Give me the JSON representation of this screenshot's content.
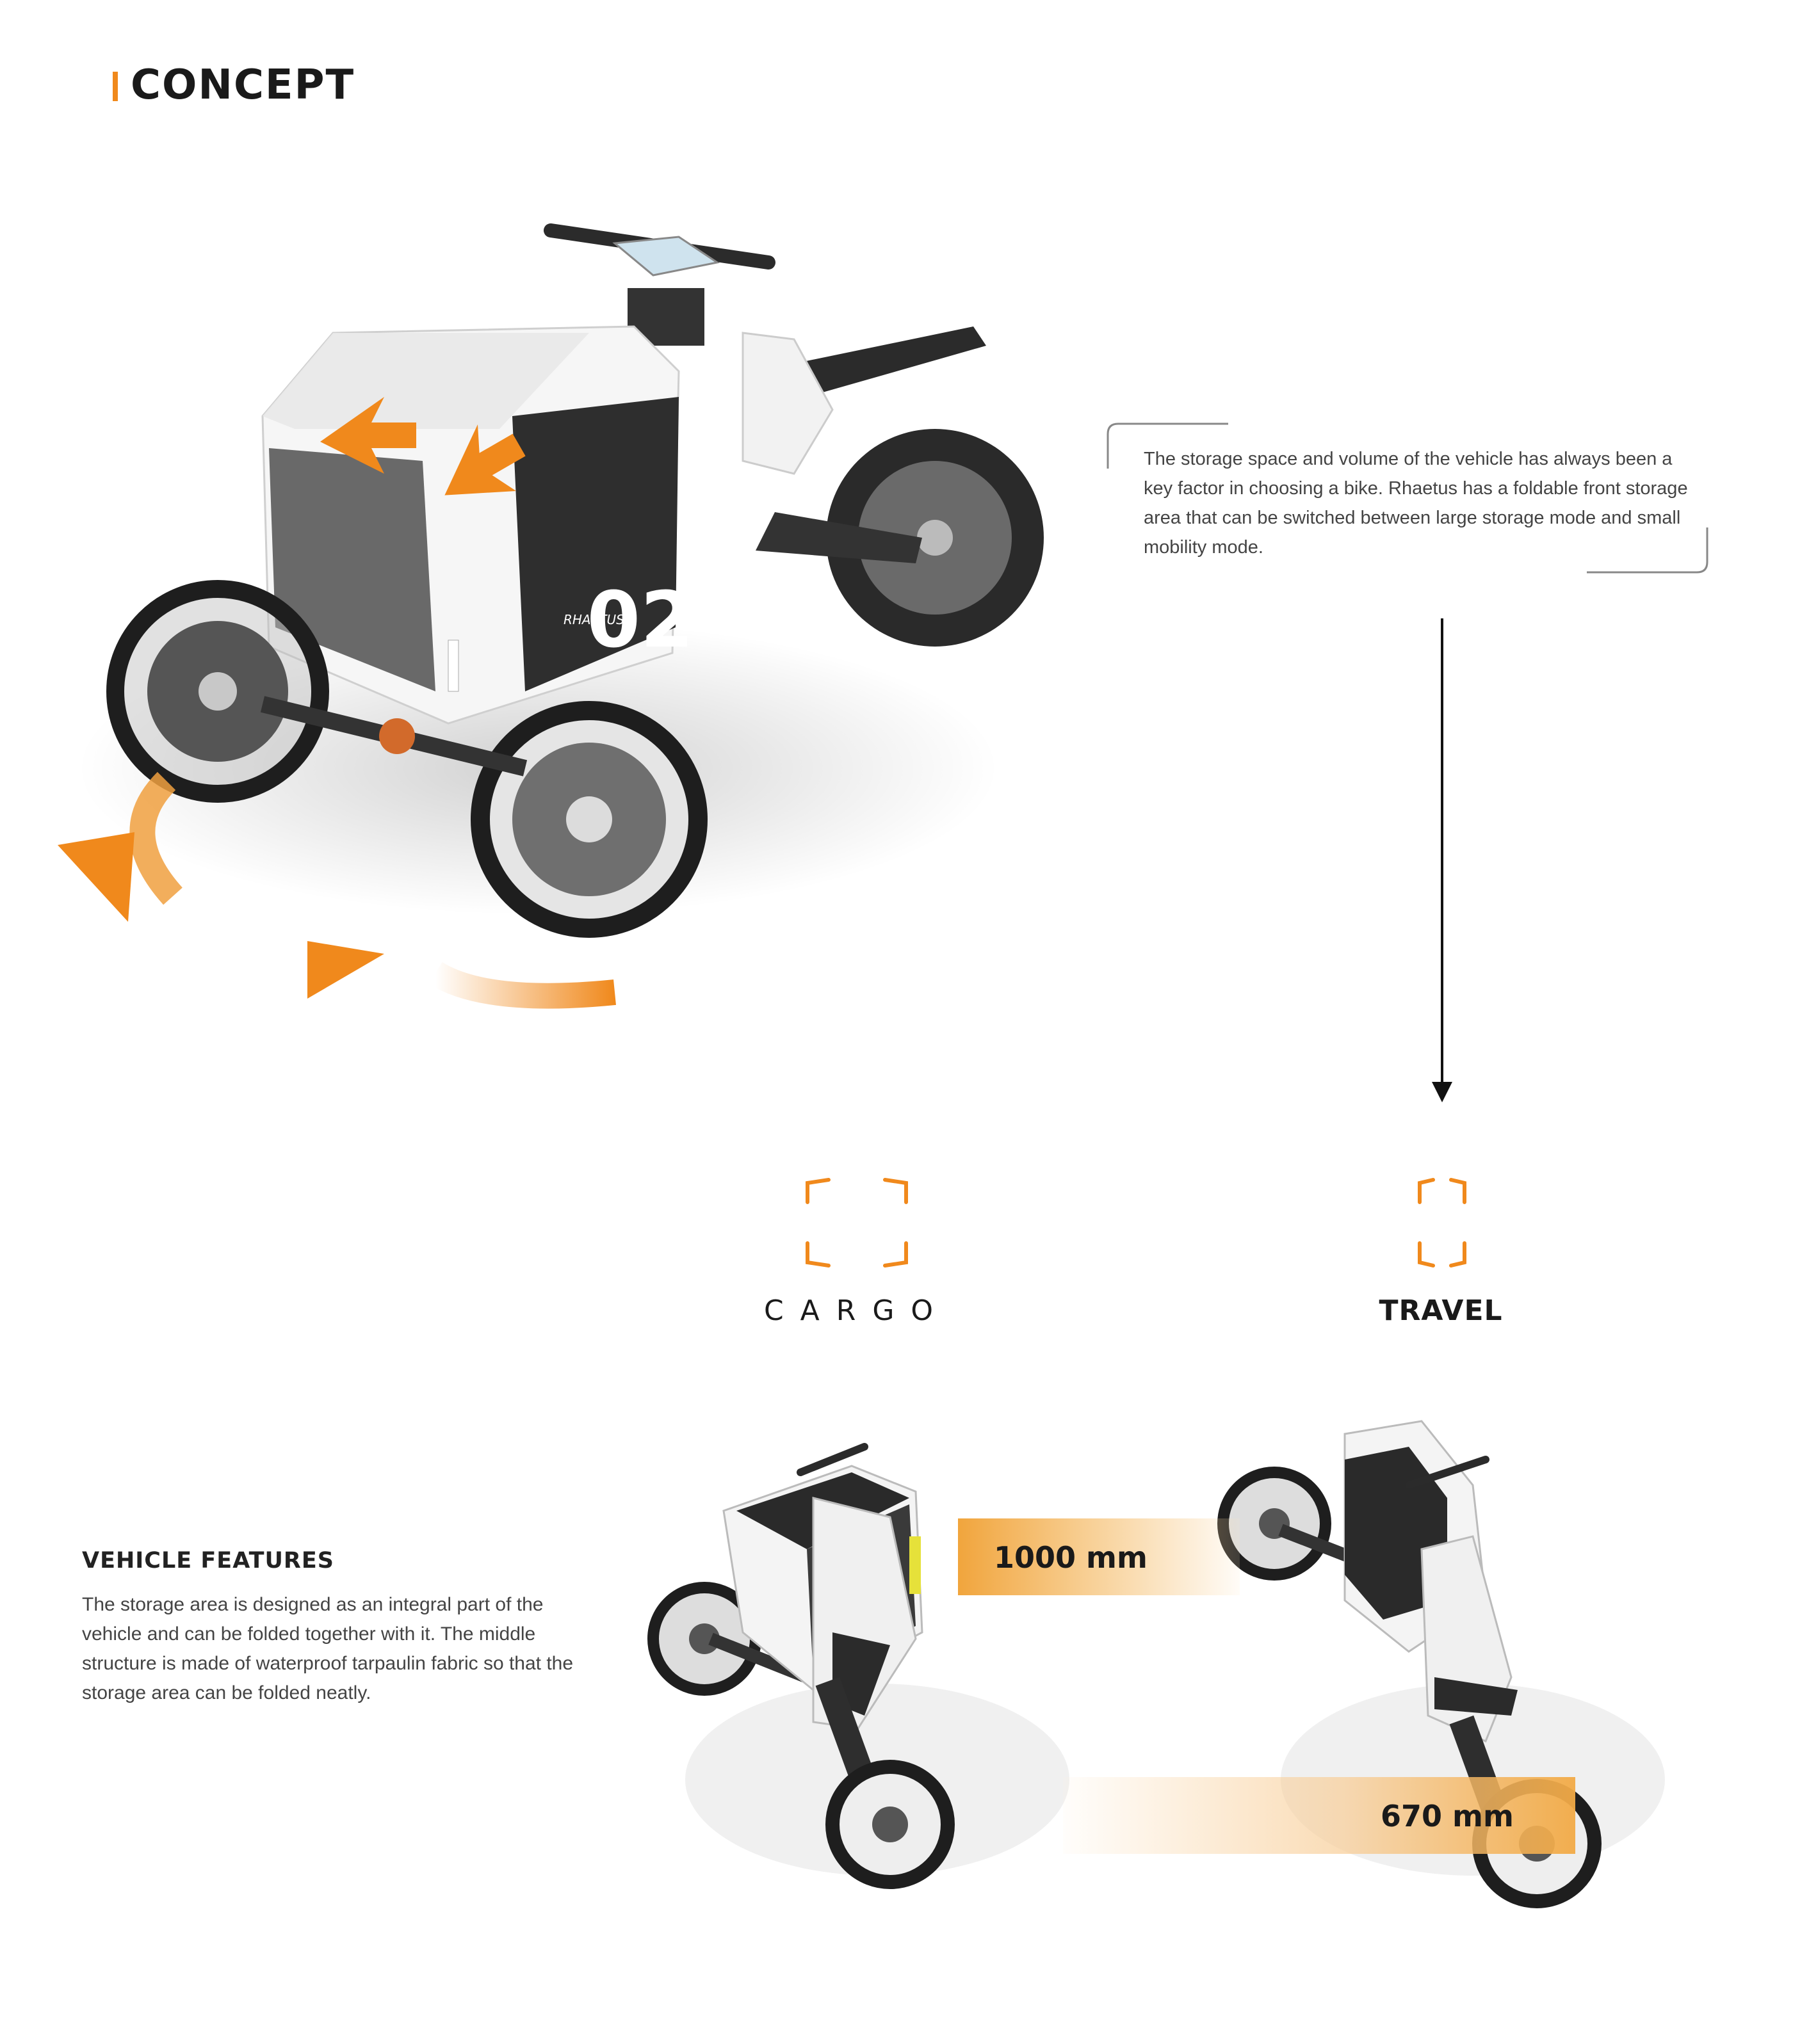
{
  "header": {
    "title": "CONCEPT",
    "accent_color": "#f0891c"
  },
  "description": {
    "text": "The storage space and volume of the vehicle has always been a key factor in choosing a bike. Rhaetus has a foldable front storage area that can be switched between large storage mode and small mobility mode."
  },
  "main_vehicle": {
    "number": "02",
    "brand": "RHAETUS"
  },
  "modes": {
    "cargo": {
      "label": "CARGO",
      "icon": "frame-corners-icon"
    },
    "travel": {
      "label": "TRAVEL",
      "icon": "frame-corners-icon"
    }
  },
  "features": {
    "title": "VEHICLE FEATURES",
    "text": "The storage area is designed as an integral part of the vehicle and can be folded together with it. The middle structure is made of waterproof tarpaulin fabric so that the storage area can be folded neatly."
  },
  "measurements": {
    "cargo_width": "1000 mm",
    "travel_width": "670 mm"
  },
  "colors": {
    "accent": "#f0891c",
    "dark": "#2b2b2b",
    "white": "#ffffff"
  }
}
